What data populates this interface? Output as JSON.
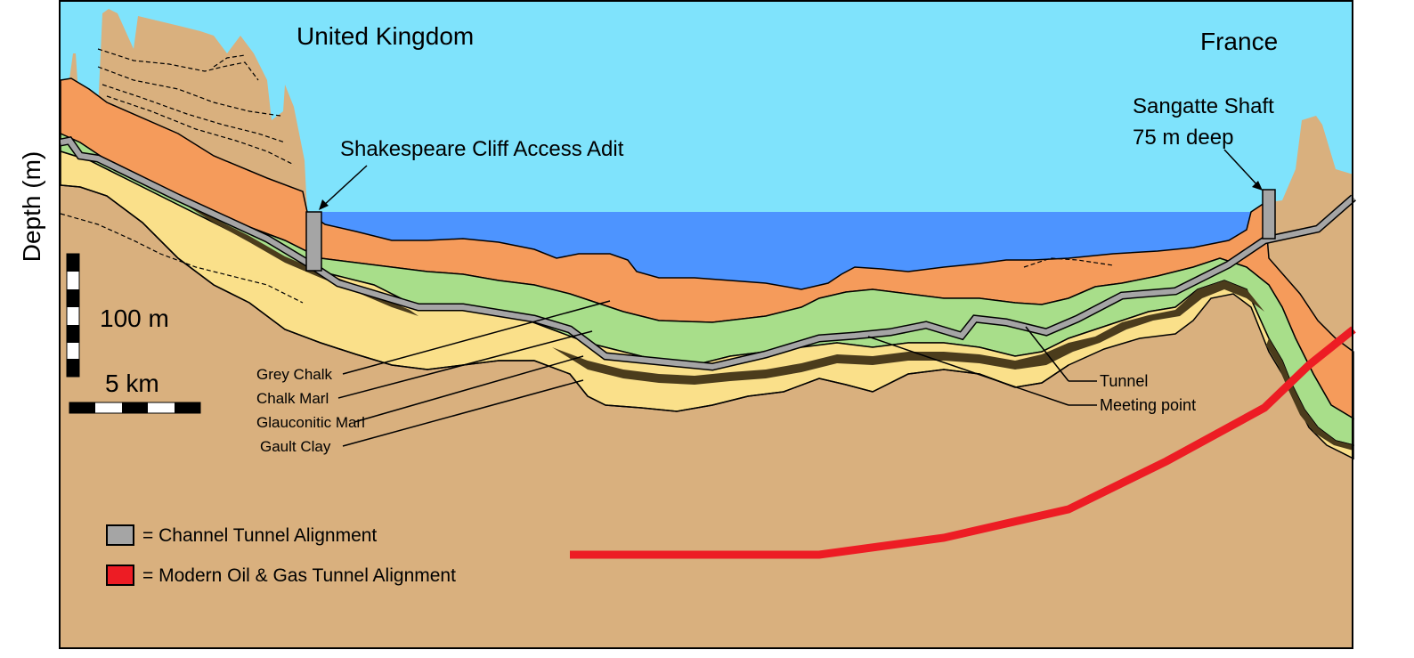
{
  "labels": {
    "uk": "United Kingdom",
    "france": "France",
    "shakespeare": "Shakespeare Cliff Access Adit",
    "sangatte_1": "Sangatte Shaft",
    "sangatte_2": "75 m deep",
    "tunnel": "Tunnel",
    "meeting_point": "Meeting point"
  },
  "axis": {
    "y_title": "Depth (m)"
  },
  "scale": {
    "vertical": "100 m",
    "horizontal": "5 km"
  },
  "layers": {
    "grey_chalk": "Grey Chalk",
    "chalk_marl": "Chalk Marl",
    "glauconitic_marl": "Glauconitic Marl",
    "gault_clay": "Gault Clay"
  },
  "legend": {
    "channel_tunnel": "= Channel Tunnel Alignment",
    "oil_gas_tunnel": "= Modern Oil & Gas Tunnel Alignment"
  },
  "colors": {
    "sky": "#7fe3fc",
    "sea": "#4d94ff",
    "ground": "#d9b07e",
    "grey_chalk": "#f59b5b",
    "chalk_marl": "#a8de8a",
    "glauconitic_marl": "#fae08a",
    "gault_clay": "#4b3c1c",
    "channel_tunnel": "#a5a5a5",
    "oil_gas_tunnel": "#ed1c24"
  }
}
